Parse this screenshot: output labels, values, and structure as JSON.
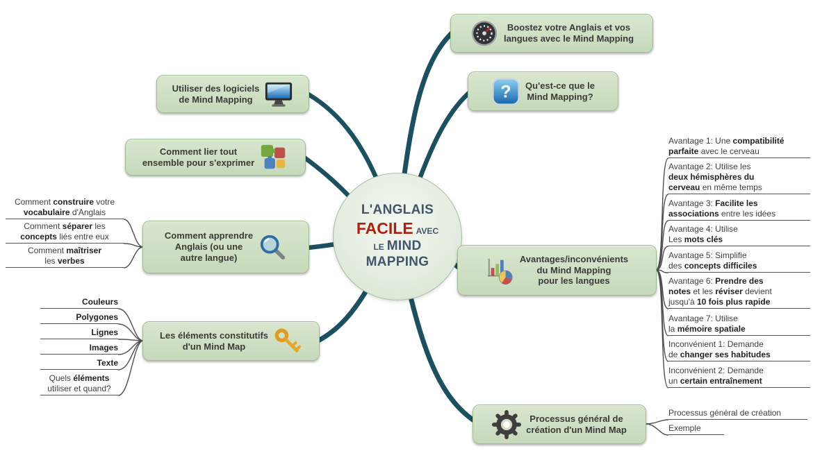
{
  "colors": {
    "branch_line": "#1a505f",
    "connector_line": "#4d4d4d",
    "node_bg": "#cfe0c2",
    "node_border": "#9fbd93",
    "node_text": "#3a3a3a",
    "center_text": "#44546a",
    "accent_red": "#b21f12"
  },
  "center": {
    "line1": "L'ANGLAIS",
    "facile": "FACILE",
    "avec": "AVEC",
    "le": "LE",
    "mind": "MIND",
    "mapping": "MAPPING"
  },
  "icons": {
    "boost": "speedometer-icon",
    "what": "question-mark-icon",
    "pros": "charts-icon",
    "process": "gear-icon",
    "software": "monitor-icon",
    "link": "puzzle-icon",
    "learn": "magnifier-icon",
    "elements": "key-icon"
  },
  "nodes": {
    "boost": {
      "label_html": "Boostez votre Anglais et vos<br>langues avec le Mind Mapping"
    },
    "what": {
      "label_html": "Qu'est-ce que le<br>Mind Mapping?"
    },
    "pros": {
      "label_html": "Avantages/inconvénients<br>du Mind Mapping<br>pour les langues"
    },
    "process": {
      "label_html": "Processus général de<br>création d'un Mind Map"
    },
    "software": {
      "label_html": "Utiliser des logiciels<br>de Mind Mapping"
    },
    "link": {
      "label_html": "Comment lier tout<br>ensemble pour s'exprimer"
    },
    "learn": {
      "label_html": "Comment apprendre<br>Anglais (ou une<br>autre langue)"
    },
    "elements": {
      "label_html": "Les éléments constitutifs<br>d'un Mind Map"
    }
  },
  "learn_children": [
    {
      "label_html": "Comment <b>construire</b> votre<br><b>vocabulaire</b> d'Anglais"
    },
    {
      "label_html": "Comment <b>séparer</b> les<br><b>concepts</b> liés entre eux"
    },
    {
      "label_html": "Comment <b>maîtriser</b><br>les <b>verbes</b>"
    }
  ],
  "elements_children": [
    {
      "label_html": "<b>Couleurs</b>"
    },
    {
      "label_html": "<b>Polygones</b>"
    },
    {
      "label_html": "<b>Lignes</b>"
    },
    {
      "label_html": "<b>Images</b>"
    },
    {
      "label_html": "<b>Texte</b>"
    },
    {
      "label_html": "Quels <b>éléments</b><br>utiliser et quand?"
    }
  ],
  "pros_children": [
    {
      "label_html": "Avantage 1: Une <b>compatibilité</b><br><b>parfaite</b> avec le cerveau"
    },
    {
      "label_html": "Avantage 2: Utilise les<br><b>deux hémisphères du</b><br><b>cerveau</b> en même temps"
    },
    {
      "label_html": "Avantage 3: <b>Facilite les</b><br><b>associations</b> entre les idées"
    },
    {
      "label_html": "Avantage 4: Utilise<br>Les <b>mots clés</b>"
    },
    {
      "label_html": "Avantage 5: Simplifie<br>des <b>concepts difficiles</b>"
    },
    {
      "label_html": "Avantage 6: <b>Prendre des</b><br><b>notes</b> et les <b>réviser</b> devient<br>jusqu'à <b>10 fois plus rapide</b>"
    },
    {
      "label_html": "Avantage 7: Utilise<br>la <b>mémoire spatiale</b>"
    },
    {
      "label_html": "Inconvénient 1: Demande<br>de <b>changer ses habitudes</b>"
    },
    {
      "label_html": "Inconvénient 2: Demande<br>un <b>certain entraînement</b>"
    }
  ],
  "process_children": [
    {
      "label_html": "Processus général de création"
    },
    {
      "label_html": "Exemple"
    }
  ]
}
